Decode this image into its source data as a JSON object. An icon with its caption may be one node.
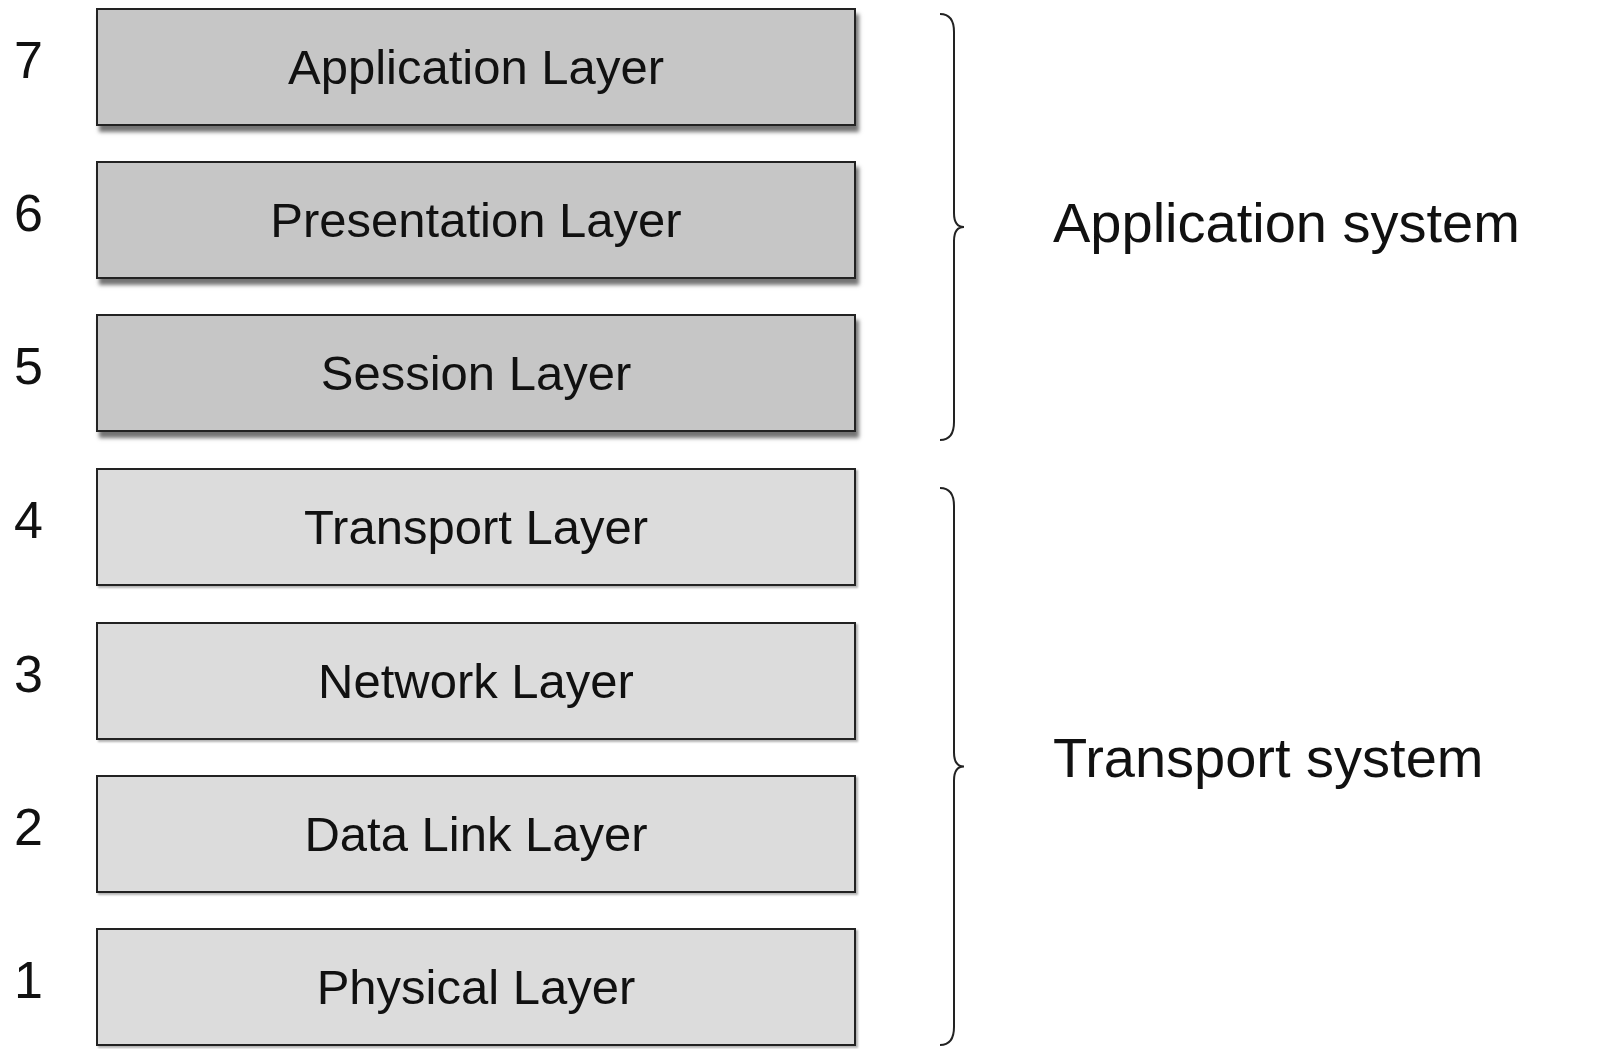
{
  "diagram": {
    "nodes": [
      {
        "text": [
          "Application Layer"
        ],
        "beside": [
          "7"
        ]
      },
      {
        "text": [
          "Presentation Layer"
        ],
        "beside": [
          "6"
        ]
      },
      {
        "text": [
          "Session Layer"
        ],
        "beside": [
          "5"
        ]
      },
      {
        "text": [
          "Transport Layer"
        ],
        "beside": [
          "4"
        ]
      },
      {
        "text": [
          "Network Layer"
        ],
        "beside": [
          "3"
        ]
      },
      {
        "text": [
          "Data Link Layer"
        ],
        "beside": [
          "2"
        ]
      },
      {
        "text": [
          "Physical Layer"
        ],
        "beside": [
          "1"
        ]
      }
    ],
    "labels": [
      "Application system",
      "Transport system"
    ]
  }
}
